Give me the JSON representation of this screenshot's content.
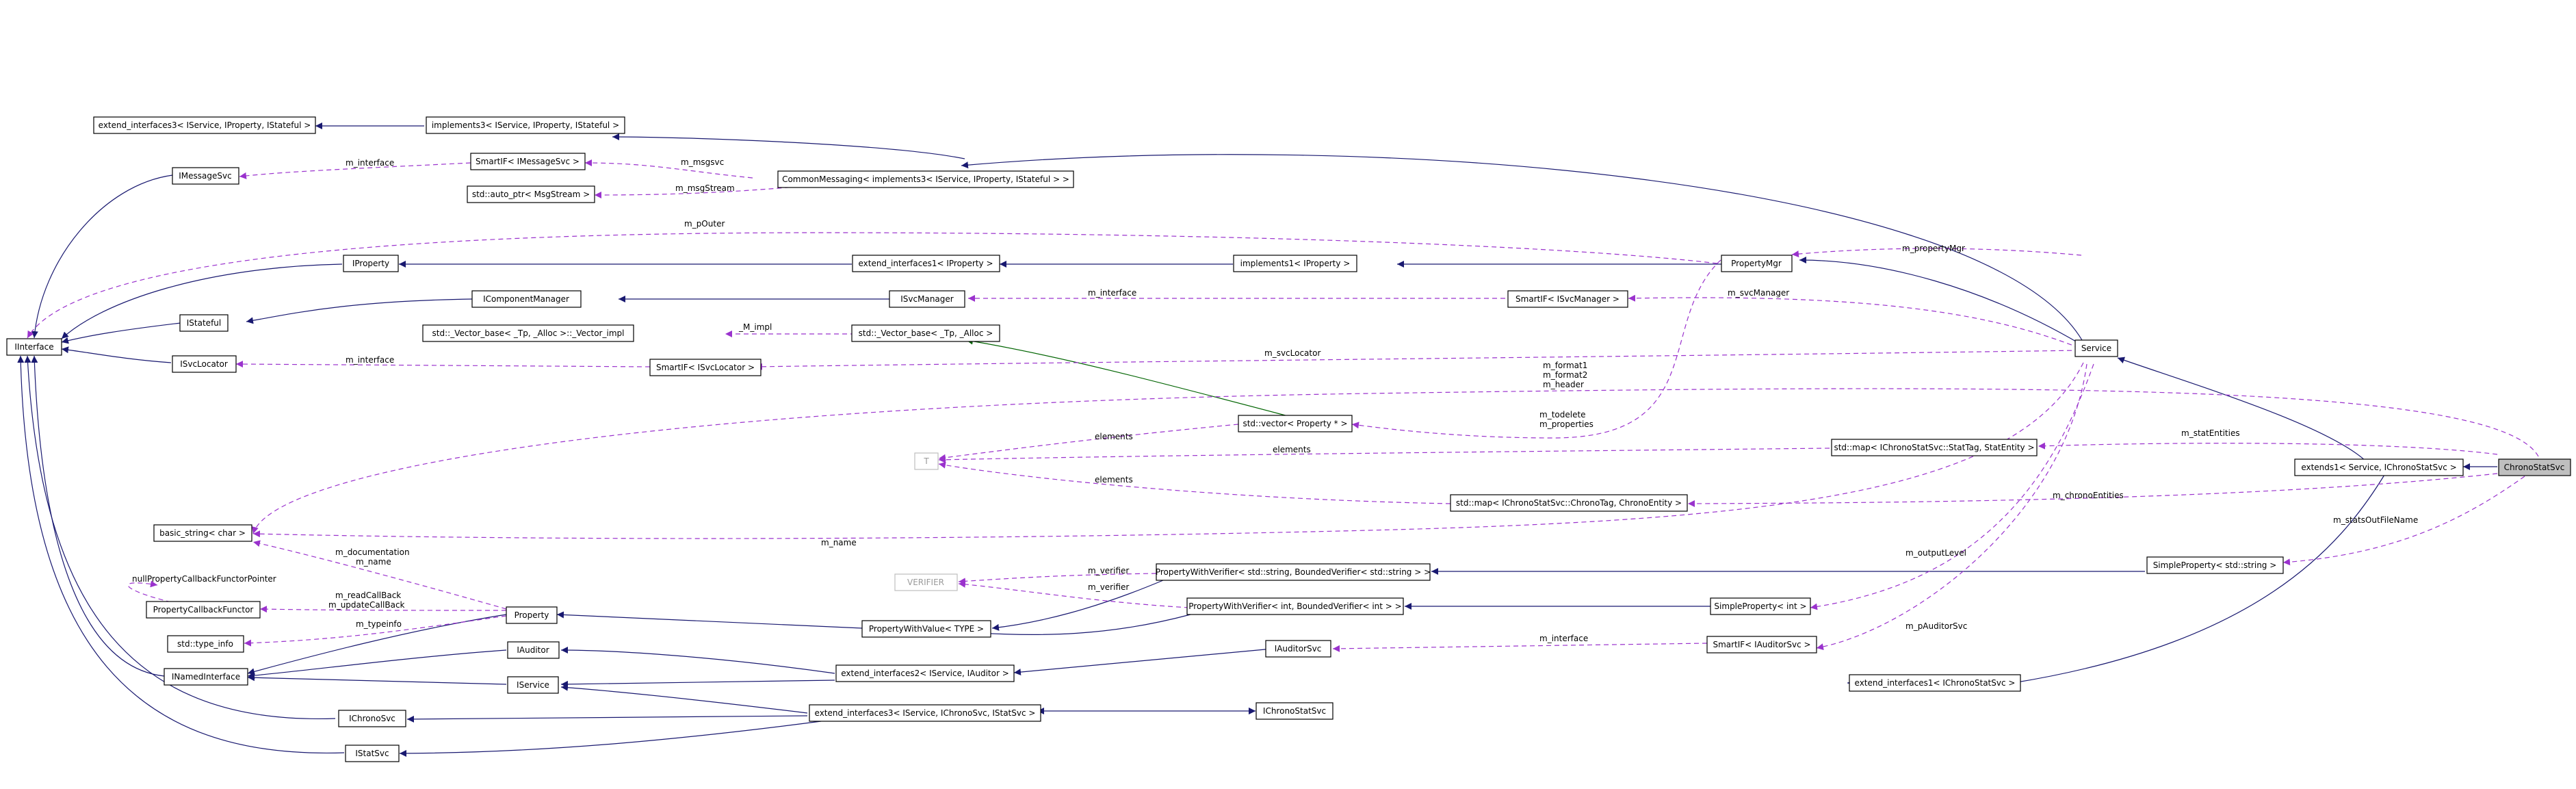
{
  "classes": {
    "chronostatsvc": "ChronoStatSvc",
    "extends_svc": "extends1< Service, IChronoStatSvc >",
    "service": "Service",
    "extend_ichronostat": "extend_interfaces1< IChronoStatSvc >",
    "ichronostatsvc": "IChronoStatSvc",
    "simpleprop_string": "SimpleProperty< std::string >",
    "propmgr": "PropertyMgr",
    "map_stattag": "std::map< IChronoStatSvc::StatTag, StatEntity >",
    "map_chronotag": "std::map< IChronoStatSvc::ChronoTag, ChronoEntity >",
    "smartif_svcmgr": "SmartIF< ISvcManager >",
    "smartif_auditor": "SmartIF< IAuditorSvc >",
    "simpleprop_int": "SimpleProperty< int >",
    "commonmessaging": "CommonMessaging< implements3< IService, IProperty, IStateful > >",
    "implements3": "implements3< IService, IProperty, IStateful >",
    "extend_interfaces3a": "extend_interfaces3< IService, IProperty, IStateful >",
    "smartif_msgsvc": "SmartIF< IMessageSvc >",
    "auto_ptr": "std::auto_ptr< MsgStream >",
    "imessagesvc": "IMessageSvc",
    "iinterface": "IInterface",
    "iproperty": "IProperty",
    "extend_interfaces1_iprop": "extend_interfaces1< IProperty >",
    "implements1_iprop": "implements1< IProperty >",
    "istateful": "IStateful",
    "icomponentmanager": "IComponentManager",
    "isvcmanager": "ISvcManager",
    "isvclocator": "ISvcLocator",
    "vector_impl": "std::_Vector_base< _Tp, _Alloc >::_Vector_impl",
    "vector_base": "std::_Vector_base< _Tp, _Alloc >",
    "smartif_svclocator": "SmartIF< ISvcLocator >",
    "vector_property": "std::vector< Property * >",
    "t": "T",
    "basic_string": "basic_string< char >",
    "verifier": "VERIFIER",
    "pwv_string": "PropertyWithVerifier< std::string, BoundedVerifier< std::string > >",
    "pwv_int": "PropertyWithVerifier< int, BoundedVerifier< int > >",
    "propcallback": "PropertyCallbackFunctor",
    "property": "Property",
    "propwithvalue": "PropertyWithValue< TYPE >",
    "type_info": "std::type_info",
    "iauditor": "IAuditor",
    "inamedinterface": "INamedInterface",
    "iservice": "IService",
    "extend_interfaces2": "extend_interfaces2< IService, IAuditor >",
    "iauditorsvc": "IAuditorSvc",
    "ichronosvc": "IChronoSvc",
    "extend_interfaces3b": "extend_interfaces3< IService, IChronoSvc, IStatSvc >",
    "istatsvc": "IStatSvc"
  },
  "edge_labels": {
    "m_propertyMgr": "m_propertyMgr",
    "m_svcManager": "m_svcManager",
    "m_svcLocator": "m_svcLocator",
    "m_format": "m_format1\nm_format2\nm_header",
    "m_statEntities": "m_statEntities",
    "m_chronoEntities": "m_chronoEntities",
    "m_statsOutFileName": "m_statsOutFileName",
    "m_outputLevel": "m_outputLevel",
    "m_pAuditorSvc": "m_pAuditorSvc",
    "m_pOuter": "m_pOuter",
    "m_msgsvc": "m_msgsvc",
    "m_msgStream": "m_msgStream",
    "m_interface_msg": "m_interface",
    "m_interface_svcmgr": "m_interface",
    "m_interface_loc": "m_interface",
    "m_interface_aud": "m_interface",
    "M_impl": "_M_impl",
    "m_todelete": "m_todelete\nm_properties",
    "elements1": "elements",
    "elements2": "elements",
    "elements3": "elements",
    "m_name": "m_name",
    "m_verifier1": "m_verifier",
    "m_verifier2": "m_verifier",
    "m_documentation": "m_documentation\nm_name",
    "nullPropertyCallback": "nullPropertyCallbackFunctorPointer",
    "m_readCallBack": "m_readCallBack\nm_updateCallBack",
    "m_typeinfo": "m_typeinfo"
  },
  "colors": {
    "inheritance": "#191970",
    "template_instantiation": "#006400",
    "usage": "#9a32cd",
    "focus_fill": "#bfbfbf",
    "template_param_border": "#bfbfbf"
  }
}
